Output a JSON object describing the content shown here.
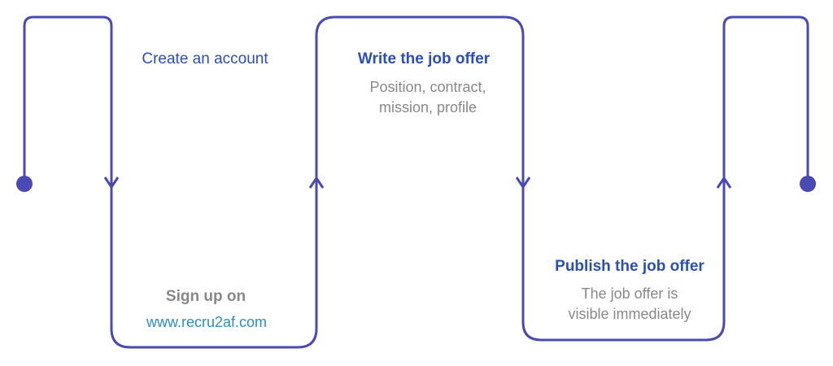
{
  "colors": {
    "line": "#4a4ab5",
    "heading": "#2b4fb3",
    "text_gray": "#888888",
    "link": "#2a8fc8",
    "background": "#ffffff"
  },
  "steps": [
    {
      "title": "Create an account",
      "detail_line1": "Sign up on",
      "detail_link": "www.recru2af.com"
    },
    {
      "title": "Write the job offer",
      "detail_line1": "Position, contract,",
      "detail_line2": "mission, profile"
    },
    {
      "title": "Publish the job offer",
      "detail_line1": "The job offer is",
      "detail_line2": "visible immediately"
    }
  ],
  "icons": {
    "start": "dot-icon",
    "end": "dot-icon",
    "direction_down": "chevron-down-icon",
    "direction_up": "chevron-up-icon"
  }
}
